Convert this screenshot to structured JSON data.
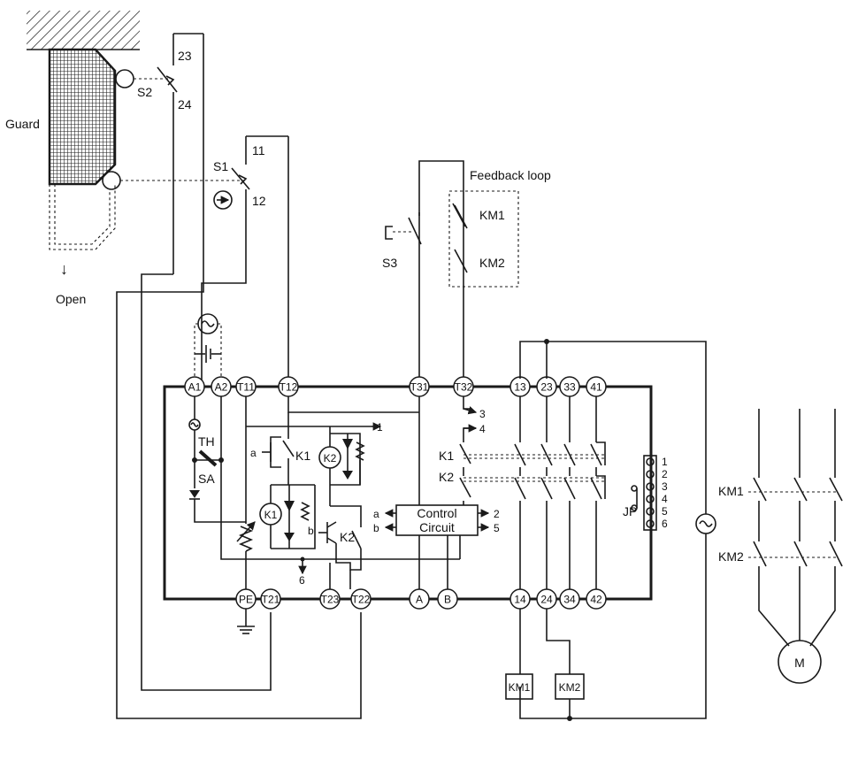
{
  "guard": {
    "label": "Guard",
    "open_label": "Open",
    "open_arrow": "↓"
  },
  "switch_s2": {
    "label": "S2",
    "terminal_top": "23",
    "terminal_bottom": "24"
  },
  "switch_s1": {
    "label": "S1",
    "terminal_top": "11",
    "terminal_bottom": "12"
  },
  "switch_s3": {
    "label": "S3"
  },
  "feedback": {
    "label": "Feedback loop",
    "contacts": [
      "KM1",
      "KM2"
    ]
  },
  "top_terminals": [
    "A1",
    "A2",
    "T11",
    "T12",
    "T31",
    "T32",
    "13",
    "23",
    "33",
    "41"
  ],
  "bottom_terminals": [
    "PE",
    "T21",
    "T23",
    "T22",
    "A",
    "B",
    "14",
    "24",
    "34",
    "42"
  ],
  "internal": {
    "th": "TH",
    "sa": "SA",
    "relay_k1": "K1",
    "relay_k2": "K2",
    "coil_k1": "K1",
    "coil_k2": "K2",
    "contact_k1": "K1",
    "contact_k2": "K2",
    "point_a": "a",
    "point_b": "b",
    "control_circuit_line1": "Control",
    "control_circuit_line2": "Circuit",
    "out_a": "a",
    "out_b": "b",
    "out_2": "2",
    "out_5": "5",
    "out_1": "1",
    "out_3": "3",
    "out_4": "4",
    "out_6": "6"
  },
  "jumper": {
    "label": "JP",
    "pins": [
      "1",
      "2",
      "3",
      "4",
      "5",
      "6"
    ]
  },
  "contactor_coils": [
    "KM1",
    "KM2"
  ],
  "motor": {
    "label": "M",
    "contact_labels": [
      "KM1",
      "KM2"
    ]
  }
}
